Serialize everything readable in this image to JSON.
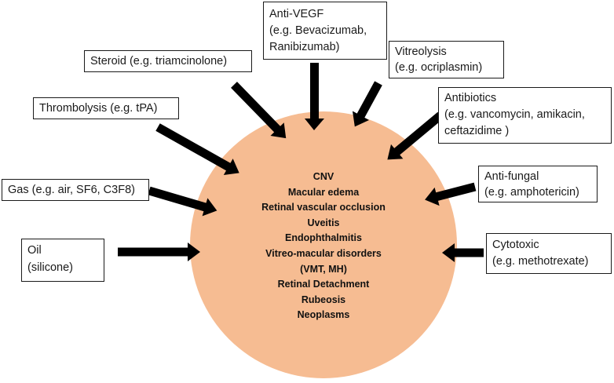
{
  "eye_condition_lines": [
    "CNV",
    "Macular edema",
    "Retinal vascular occlusion",
    "Uveitis",
    "Endophthalmitis",
    "Vitreo-macular disorders",
    "(VMT, MH)",
    "Retinal Detachment",
    "Rubeosis",
    "Neoplasms"
  ],
  "treatments": {
    "anti_vegf": "Anti-VEGF\n(e.g. Bevacizumab,\nRanibizumab)",
    "steroid": "Steroid (e.g. triamcinolone)",
    "vitreolysis": "Vitreolysis\n(e.g. ocriplasmin)",
    "thrombolysis": "Thrombolysis (e.g. tPA)",
    "antibiotics": "Antibiotics\n(e.g. vancomycin, amikacin,\nceftazidime )",
    "anti_fungal": "Anti-fungal\n(e.g. amphotericin)",
    "gas": "Gas (e.g. air, SF6, C3F8)",
    "cytotoxic": "Cytotoxic\n(e.g. methotrexate)",
    "oil": "Oil\n(silicone)"
  },
  "colors": {
    "eye_fill": "#f6bc92",
    "arrow": "#000000",
    "box_border": "#1a1a1a"
  }
}
